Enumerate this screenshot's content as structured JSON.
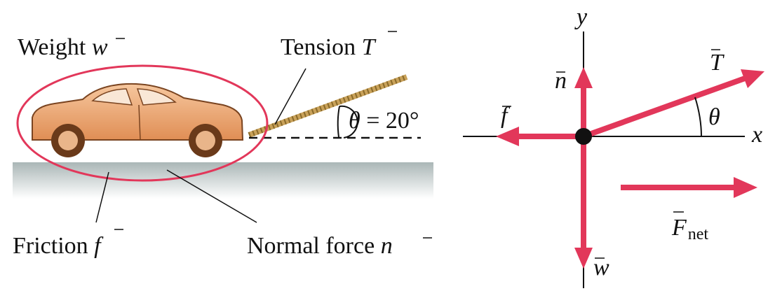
{
  "labels": {
    "weight": {
      "text": "Weight",
      "sym": "w"
    },
    "tension": {
      "text": "Tension",
      "sym": "T"
    },
    "angle": {
      "sym": "θ",
      "rest": "= 20°"
    },
    "friction": {
      "text": "Friction",
      "sym": "f"
    },
    "normal": {
      "text": "Normal force",
      "sym": "n"
    }
  },
  "fbd": {
    "y_axis": "y",
    "x_axis": "x",
    "T": "T",
    "n": "n",
    "f": "f",
    "w": "w",
    "theta": "θ",
    "Fnet": "F",
    "Fnet_sub": "net"
  },
  "colors": {
    "vector": "#e2375a",
    "car_body": "#e9a574",
    "car_dark": "#b86a3a",
    "rope": "#c9a25a",
    "ground": "#b8c3c3",
    "outline": "#e2375a"
  }
}
